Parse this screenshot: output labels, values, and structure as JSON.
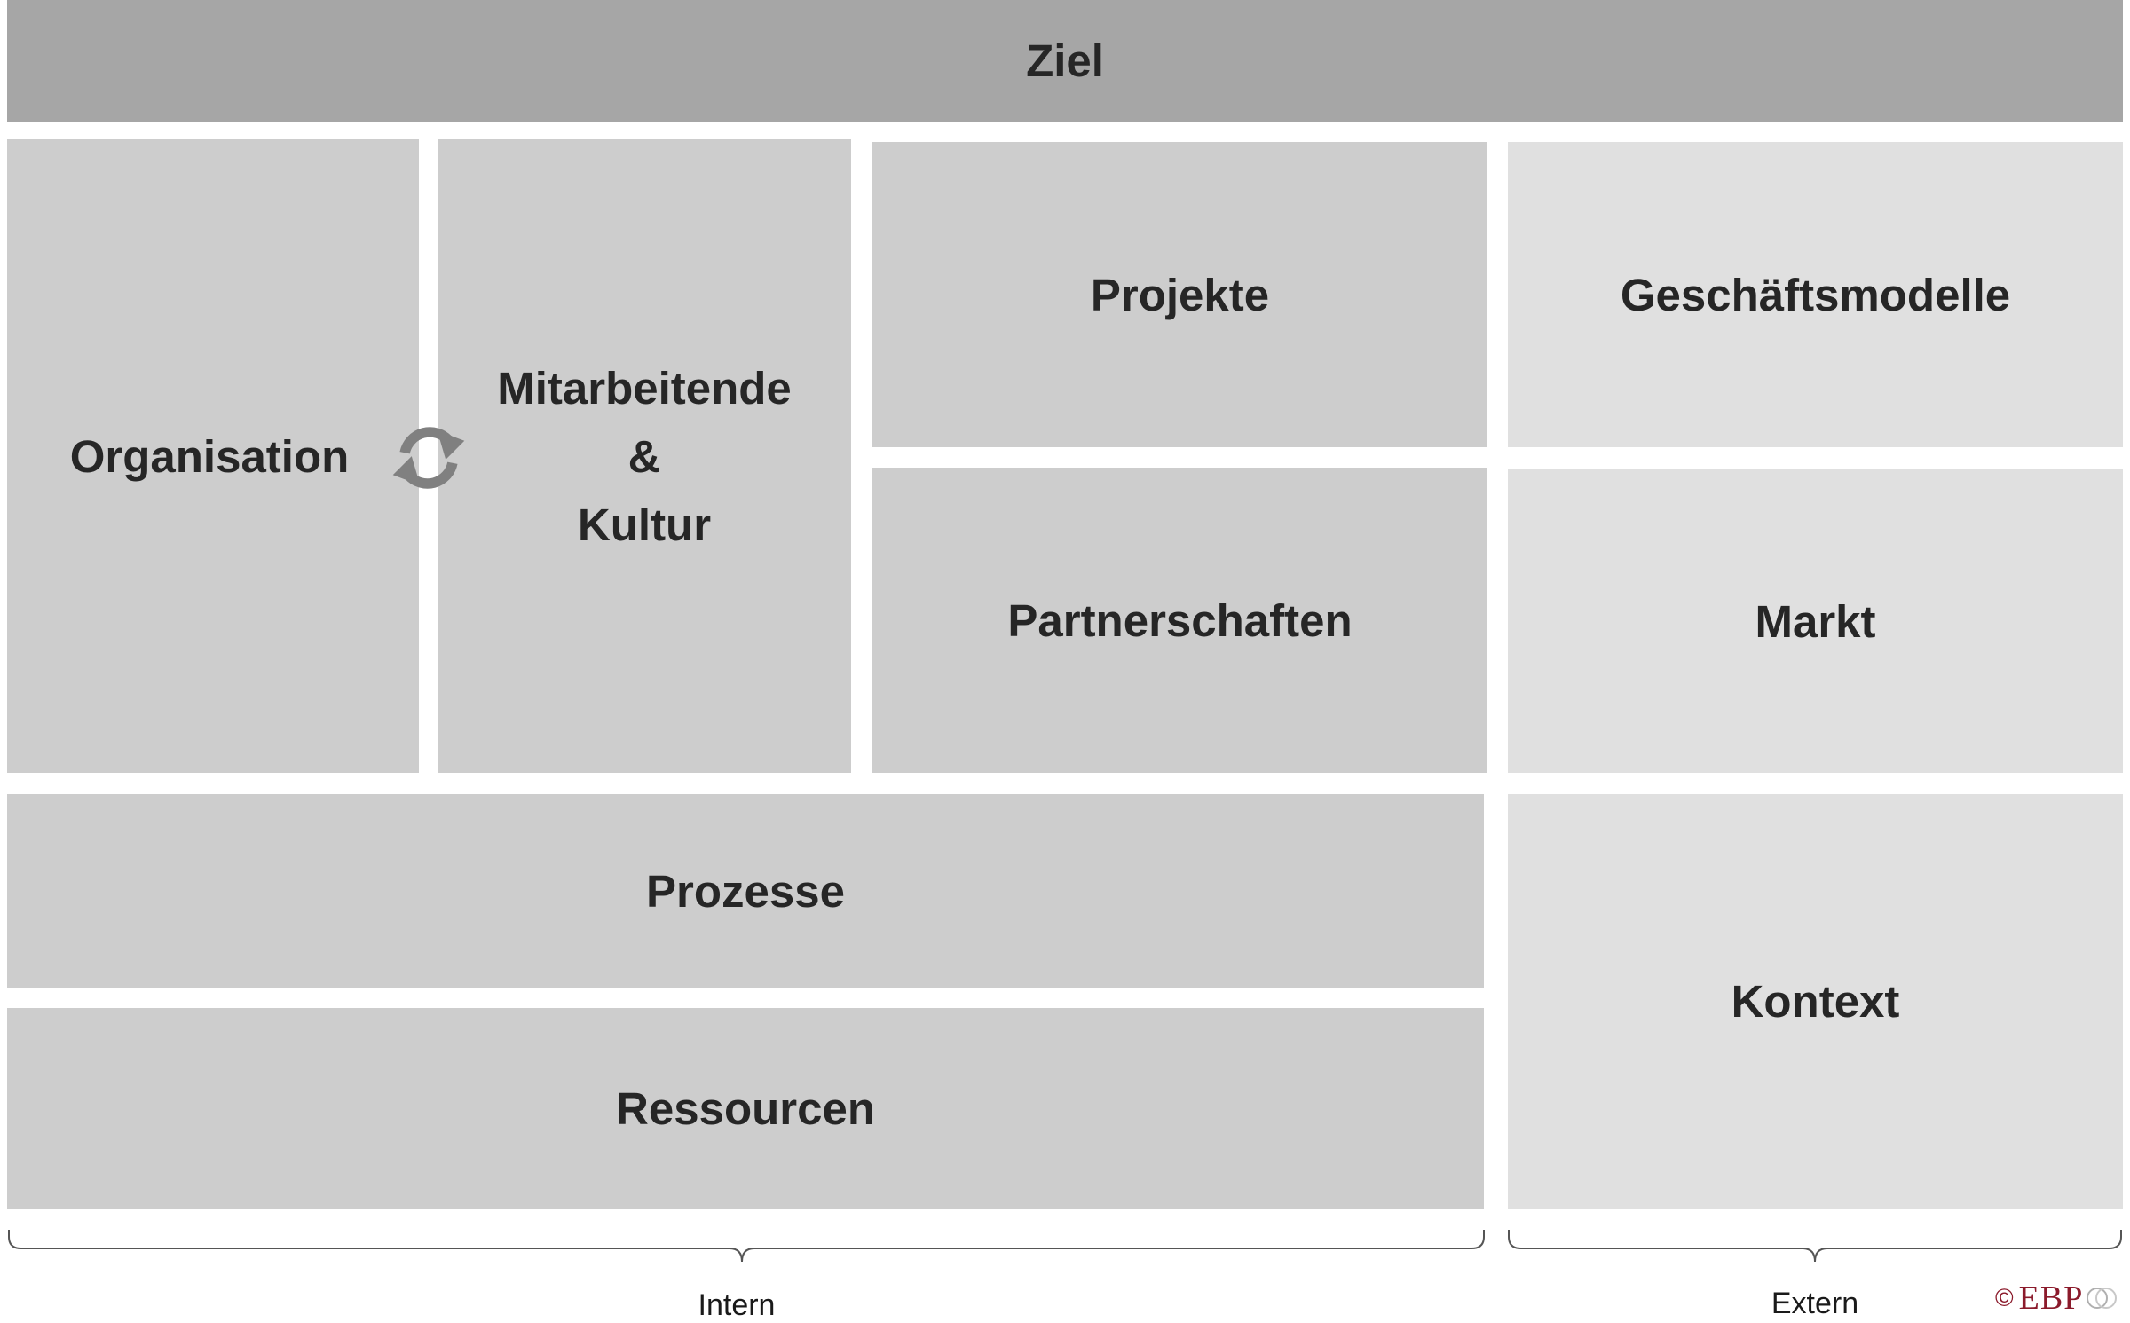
{
  "diagram": {
    "top": {
      "label": "Ziel"
    },
    "internal": {
      "organisation": "Organisation",
      "mitarbeitende": {
        "line1": "Mitarbeitende",
        "line2": "&",
        "line3": "Kultur"
      },
      "projekte": "Projekte",
      "partnerschaften": "Partnerschaften",
      "prozesse": "Prozesse",
      "ressourcen": "Ressourcen"
    },
    "external": {
      "geschaeftsmodelle": "Geschäftsmodelle",
      "markt": "Markt",
      "kontext": "Kontext"
    },
    "braces": {
      "intern": "Intern",
      "extern": "Extern"
    },
    "exchange_icon": "refresh-arrows-icon",
    "copyright": {
      "symbol": "©",
      "brand": "EBP"
    },
    "colors": {
      "top": "#a6a6a6",
      "internal": "#cdcdcd",
      "external": "#e0e0e0",
      "text": "#262626",
      "icon": "#808080",
      "brand": "#8b1a2b"
    }
  }
}
